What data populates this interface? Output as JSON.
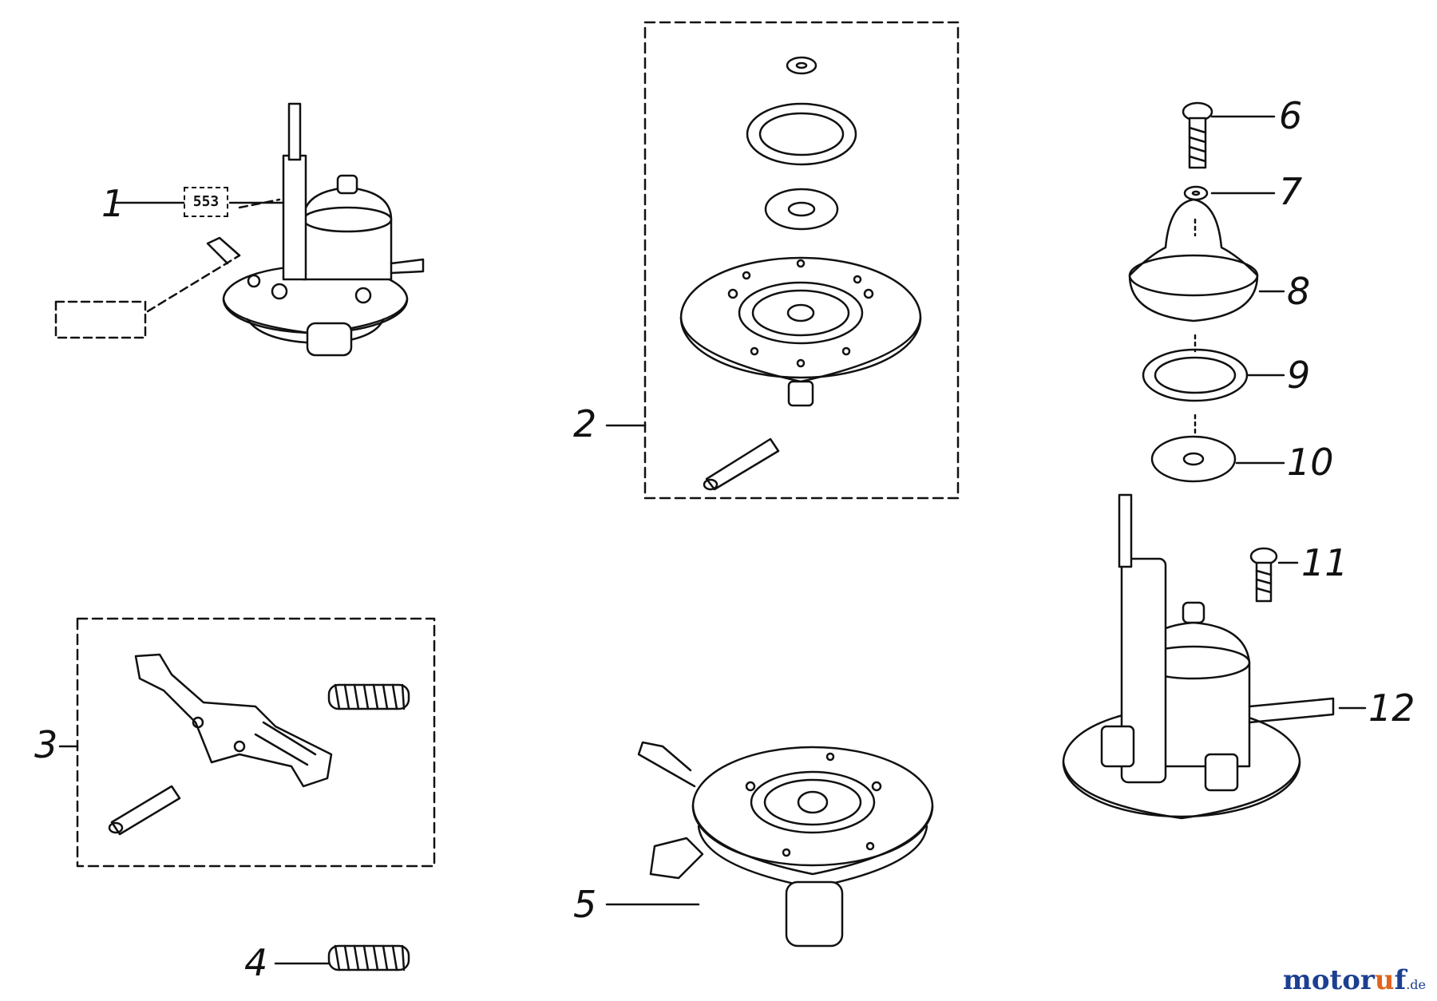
{
  "diagram": {
    "callouts": [
      {
        "id": "1",
        "label": "1"
      },
      {
        "id": "2",
        "label": "2"
      },
      {
        "id": "3",
        "label": "3"
      },
      {
        "id": "4",
        "label": "4"
      },
      {
        "id": "5",
        "label": "5"
      },
      {
        "id": "6",
        "label": "6"
      },
      {
        "id": "7",
        "label": "7"
      },
      {
        "id": "8",
        "label": "8"
      },
      {
        "id": "9",
        "label": "9"
      },
      {
        "id": "10",
        "label": "10"
      },
      {
        "id": "11",
        "label": "11"
      },
      {
        "id": "12",
        "label": "12"
      }
    ],
    "code_label": "553"
  },
  "watermark": {
    "part_a": "motor",
    "part_b": "u",
    "part_c": "f",
    "tld": ".de"
  },
  "colors": {
    "ink": "#111111",
    "watermark_blue": "#1c3f91",
    "watermark_orange": "#e0641c"
  }
}
